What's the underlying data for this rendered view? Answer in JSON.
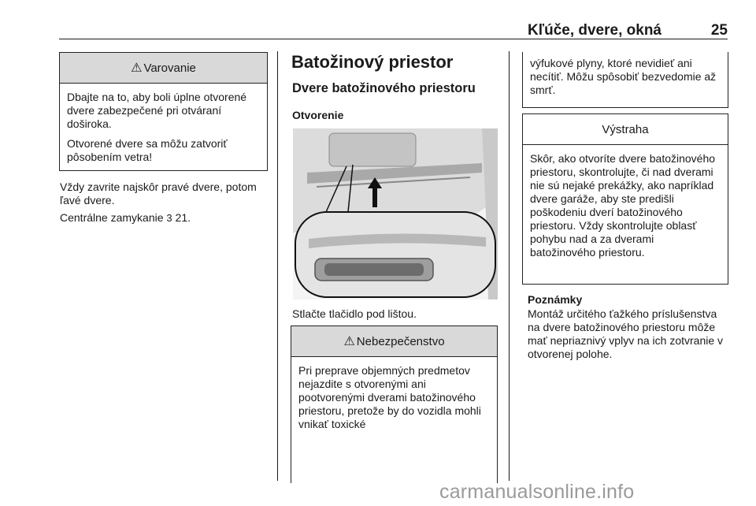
{
  "header": {
    "title": "Kľúče, dvere, okná",
    "page_number": "25"
  },
  "left": {
    "warning_box": {
      "title": "Varovanie",
      "paragraphs": [
        "Dbajte na to, aby boli úplne otvorené dvere zabezpečené pri otváraní doširoka.",
        "Otvorené dvere sa môžu zatvoriť pôsobením vetra!"
      ]
    },
    "paragraph1": "Vždy zavrite najskôr pravé dvere, potom ľavé dvere.",
    "paragraph2_text": "Centrálne zamykanie ",
    "paragraph2_arrow": "3",
    "paragraph2_ref": " 21."
  },
  "middle": {
    "heading": "Batožinový priestor",
    "subheading": "Dvere batožinového priestoru",
    "section": "Otvorenie",
    "caption": "Stlačte tlačidlo pod lištou.",
    "danger_box": {
      "title": "Nebezpečenstvo",
      "text": "Pri preprave objemných predmetov nejazdite s otvorenými ani pootvorenými dverami batožinového priestoru, pretože by do vozidla mohli vnikať toxické"
    }
  },
  "right": {
    "continuation_text": "výfukové plyny, ktoré nevidieť ani necítiť. Môžu spôsobiť bezvedomie až smrť.",
    "caution_box": {
      "title": "Výstraha",
      "text": "Skôr, ako otvoríte dvere batožinového priestoru, skontrolujte, či nad dverami nie sú nejaké prekážky, ako napríklad dvere garáže, aby ste predišli poškodeniu dverí batožinového priestoru. Vždy skontrolujte oblasť pohybu nad a za dverami batožinového priestoru."
    },
    "note_title": "Poznámky",
    "note_text": "Montáž určitého ťažkého príslušenstva na dvere batožinového priestoru môže mať nepriaznivý vplyv na ich zotvranie v otvorenej polohe."
  },
  "watermark": "carmanualsonline.info"
}
